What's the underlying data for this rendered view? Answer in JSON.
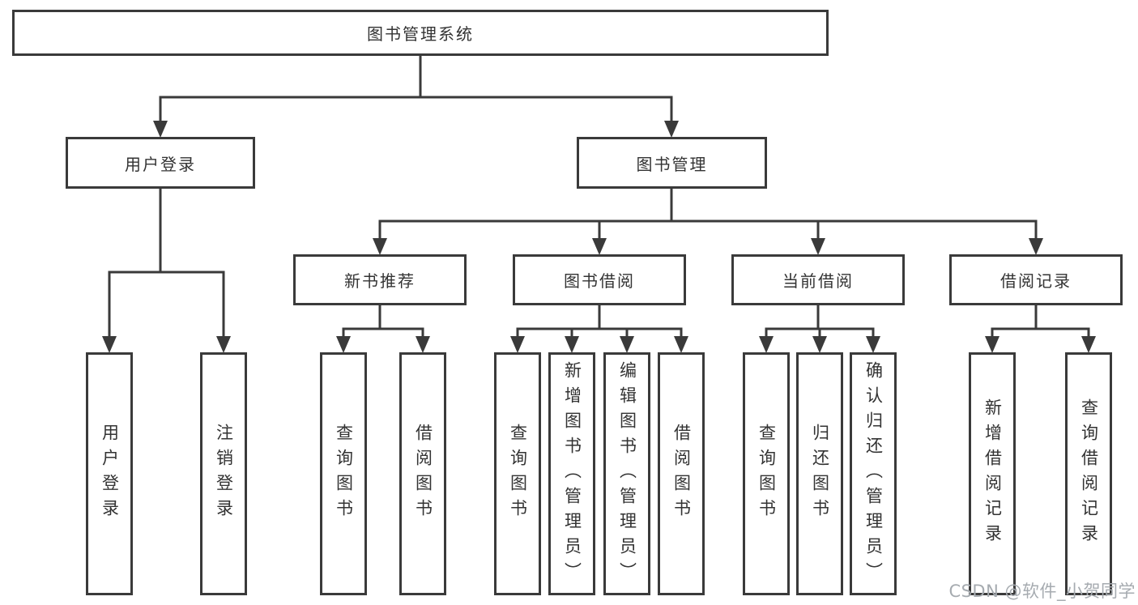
{
  "tree": {
    "label": "图书管理系统",
    "children": [
      {
        "label": "用户登录",
        "children": [
          {
            "label": "用户登录"
          },
          {
            "label": "注销登录"
          }
        ]
      },
      {
        "label": "图书管理",
        "children": [
          {
            "label": "新书推荐",
            "children": [
              {
                "label": "查询图书"
              },
              {
                "label": "借阅图书"
              }
            ]
          },
          {
            "label": "图书借阅",
            "children": [
              {
                "label": "查询图书"
              },
              {
                "label": "新增图书（管理员）"
              },
              {
                "label": "编辑图书（管理员）"
              },
              {
                "label": "借阅图书"
              }
            ]
          },
          {
            "label": "当前借阅",
            "children": [
              {
                "label": "查询图书"
              },
              {
                "label": "归还图书"
              },
              {
                "label": "确认归还（管理员）"
              }
            ]
          },
          {
            "label": "借阅记录",
            "children": [
              {
                "label": "新增借阅记录"
              },
              {
                "label": "查询借阅记录"
              }
            ]
          }
        ]
      }
    ]
  },
  "watermark": "CSDN @软件_小贺同学",
  "colors": {
    "line": "#3a3a3a",
    "box_border": "#3a3a3a",
    "box_background": "#ffffff",
    "text": "#333333",
    "watermark": "#a6abb0",
    "page_background": "#ffffff"
  }
}
